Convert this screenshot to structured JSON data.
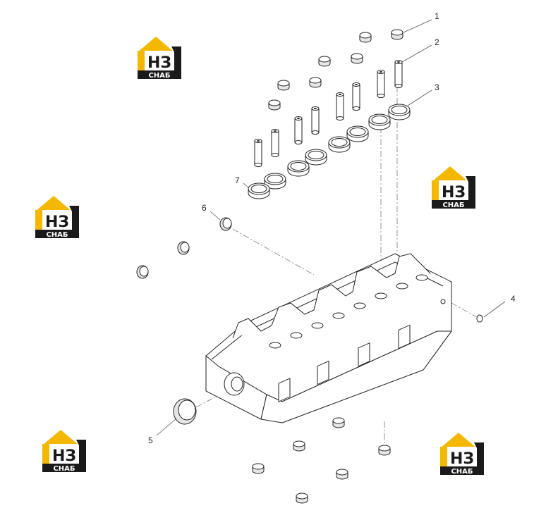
{
  "callouts": [
    {
      "num": "1",
      "part": "valve-cap"
    },
    {
      "num": "2",
      "part": "valve-guide"
    },
    {
      "num": "3",
      "part": "valve-seat-ring"
    },
    {
      "num": "4",
      "part": "dowel-pin"
    },
    {
      "num": "5",
      "part": "expansion-plug-large"
    },
    {
      "num": "6",
      "part": "expansion-plug-small"
    },
    {
      "num": "7",
      "part": "valve-seat-ring"
    }
  ],
  "logo": {
    "letters": "НЗ",
    "tagline": "СНАБ",
    "accent_color": "#f5b800",
    "dark_color": "#1a1a1a",
    "count": 5
  }
}
